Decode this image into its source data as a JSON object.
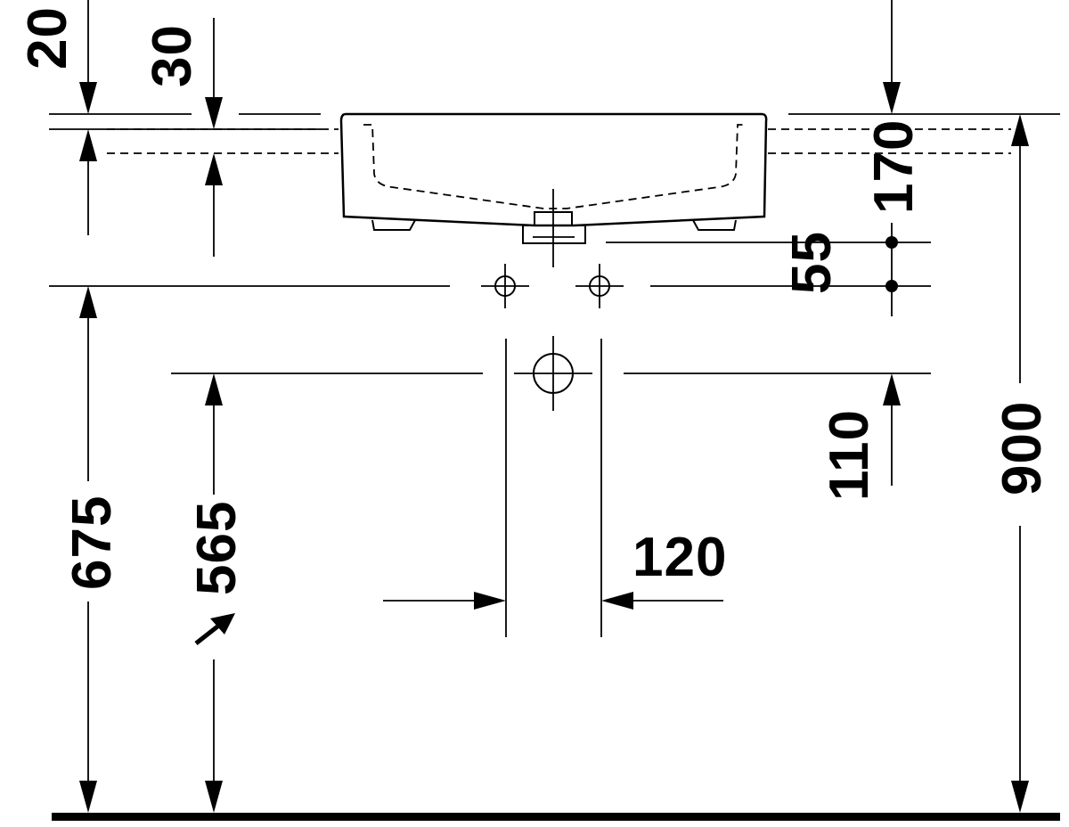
{
  "dimensions": {
    "d20": "20",
    "d30": "30",
    "d170": "170",
    "d55": "55",
    "d900": "900",
    "d675": "675",
    "d565": "565",
    "d110": "110",
    "d120": "120"
  }
}
